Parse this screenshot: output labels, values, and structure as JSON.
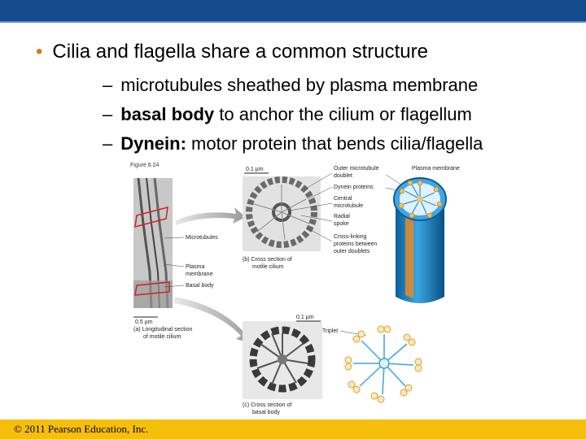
{
  "slide": {
    "bullet": "Cilia and flagella share a common structure",
    "sub1": "microtubules sheathed by plasma membrane",
    "sub2_bold": "basal body",
    "sub2_rest": " to anchor the cilium or flagellum",
    "sub3_bold": "Dynein:",
    "sub3_rest": " motor protein that bends cilia/flagella",
    "dash": "–"
  },
  "figure": {
    "fig_label": "Figure 6.24",
    "scale1": "0.1 µm",
    "scale2": "0.5 µm",
    "scale3": "0.1 µm",
    "labels": {
      "outer_doublet_1": "Outer microtubule",
      "outer_doublet_2": "doublet",
      "plasma_membrane_top": "Plasma membrane",
      "dynein": "Dynein proteins",
      "central_1": "Central",
      "central_2": "microtubule",
      "radial_1": "Radial",
      "radial_2": "spoke",
      "crosslink_1": "Cross-linking",
      "crosslink_2": "proteins between",
      "crosslink_3": "outer doublets",
      "microtubules": "Microtubules",
      "plasma_1": "Plasma",
      "plasma_2": "membrane",
      "basal_body": "Basal body",
      "a_1": "(a) Longitudinal section",
      "a_2": "of motile cilium",
      "b_1": "(b) Cross section of",
      "b_2": "motile cilium",
      "triplet": "Triplet",
      "c_1": "(c) Cross section of",
      "c_2": "basal body"
    }
  },
  "footer": {
    "copyright": "© 2011 Pearson Education, Inc."
  },
  "colors": {
    "header": "#134b8e",
    "footer": "#f6bf0c",
    "bullet": "#d87a1e"
  }
}
